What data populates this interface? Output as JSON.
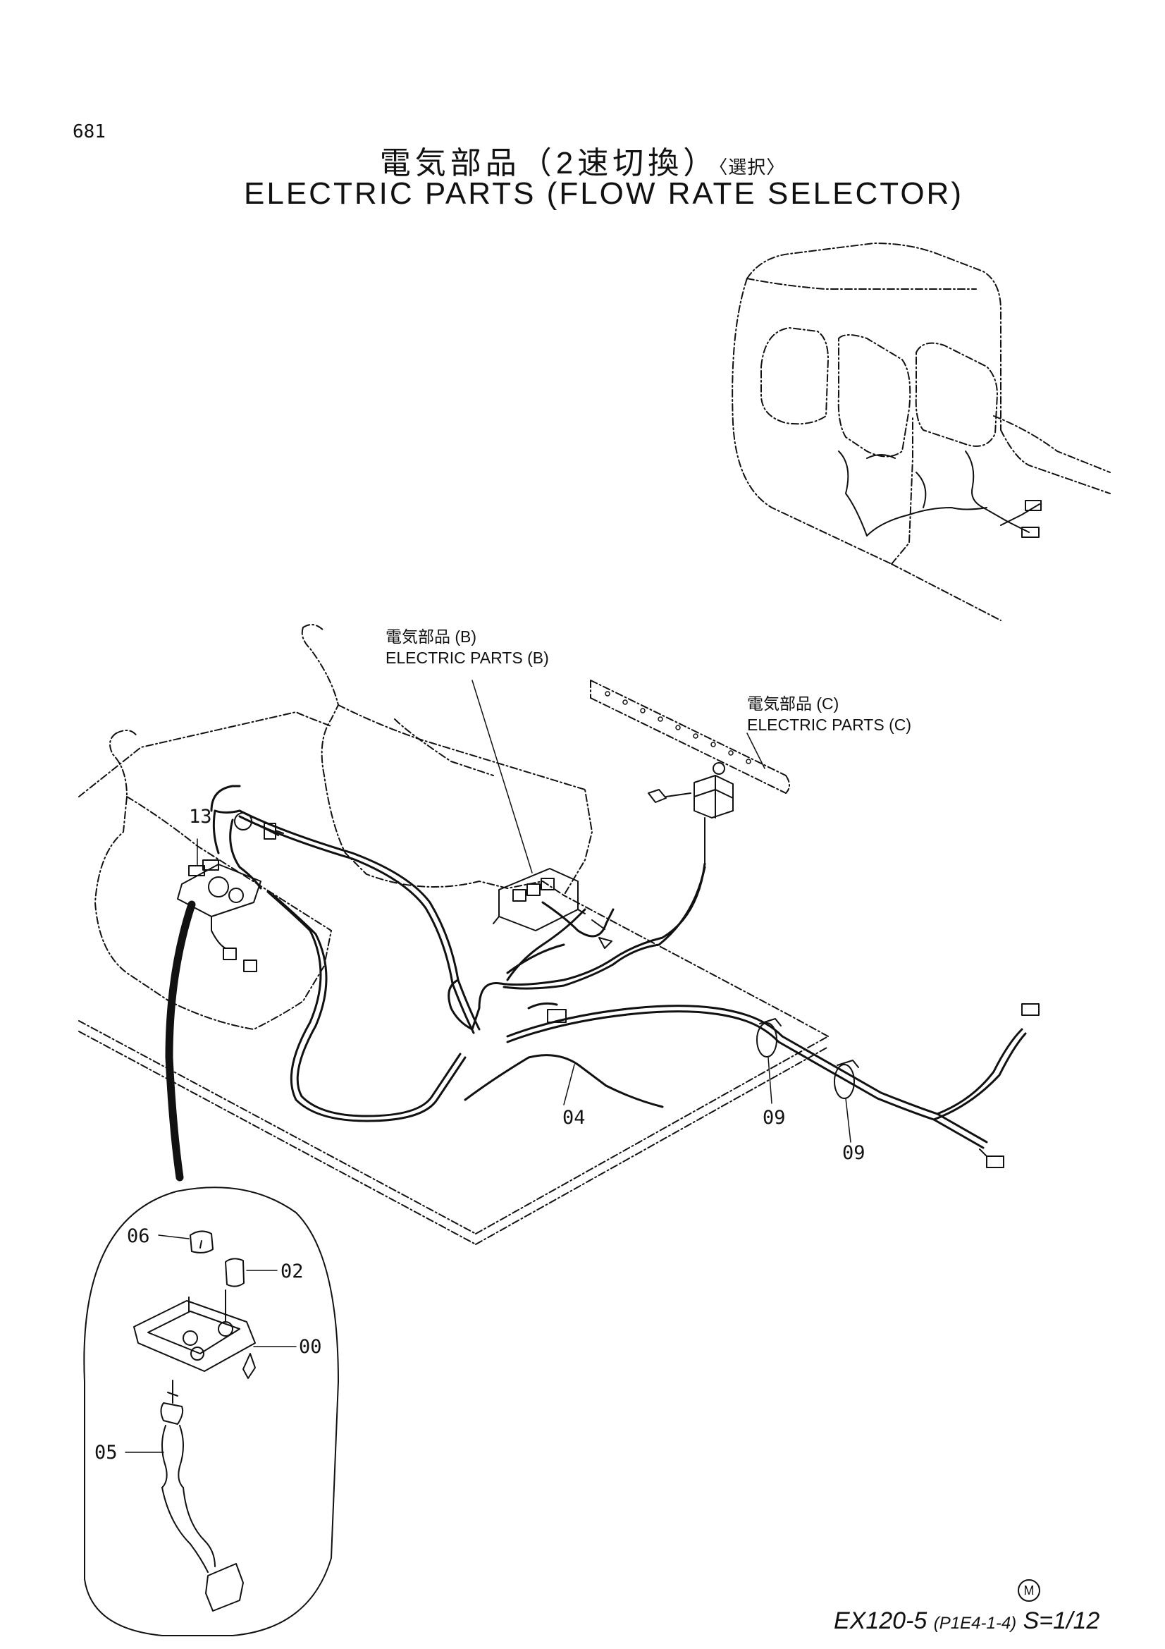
{
  "page_number": "681",
  "title": {
    "japanese": "電気部品（2速切換）",
    "selection": "〈選択〉",
    "english": "ELECTRIC PARTS (FLOW RATE SELECTOR)"
  },
  "references": [
    {
      "id": "ref-b",
      "jp": "電気部品 (B)",
      "en": "ELECTRIC PARTS (B)"
    },
    {
      "id": "ref-c",
      "jp": "電気部品 (C)",
      "en": "ELECTRIC PARTS (C)"
    }
  ],
  "callouts": {
    "c13": "13",
    "c04": "04",
    "c09a": "09",
    "c09b": "09",
    "c06": "06",
    "c02": "02",
    "c00": "00",
    "c05": "05"
  },
  "footer": {
    "mark": "M",
    "model": "EX120-5",
    "code": "(P1E4-1-4)",
    "scale": "S=1/12"
  }
}
